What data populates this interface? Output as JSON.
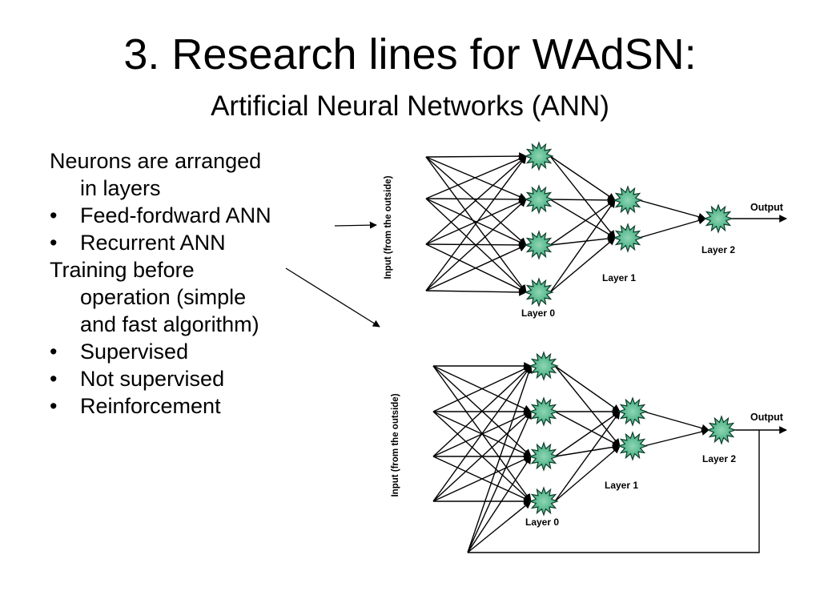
{
  "slide": {
    "title": "3. Research lines for WAdSN:",
    "subtitle": "Artificial Neural Networks (ANN)"
  },
  "content": {
    "paragraph1": [
      "Neurons are arranged",
      "in layers"
    ],
    "bullets1": [
      "Feed-fordward ANN",
      "Recurrent ANN"
    ],
    "paragraph2": [
      "Training before",
      "operation (simple",
      "and fast algorithm)"
    ],
    "bullets2": [
      "Supervised",
      "Not supervised",
      "Reinforcement"
    ],
    "bullet_symbol": "•"
  },
  "diagrams": {
    "feedforward": {
      "input_label": "Input (from the outside)",
      "output_label": "Output",
      "layer_labels": [
        "Layer 0",
        "Layer 1",
        "Layer 2"
      ],
      "inputs": 4,
      "layer_sizes": [
        4,
        2,
        1
      ]
    },
    "recurrent": {
      "input_label": "Input (from the outside)",
      "output_label": "Output",
      "layer_labels": [
        "Layer 0",
        "Layer 1",
        "Layer 2"
      ],
      "inputs": 4,
      "layer_sizes": [
        4,
        2,
        1
      ],
      "feedback": true
    }
  },
  "colors": {
    "neuron_fill": "#3aa87a",
    "neuron_center": "#8fd6b4",
    "neuron_stroke": "#0f3d2a",
    "line": "#000000"
  }
}
